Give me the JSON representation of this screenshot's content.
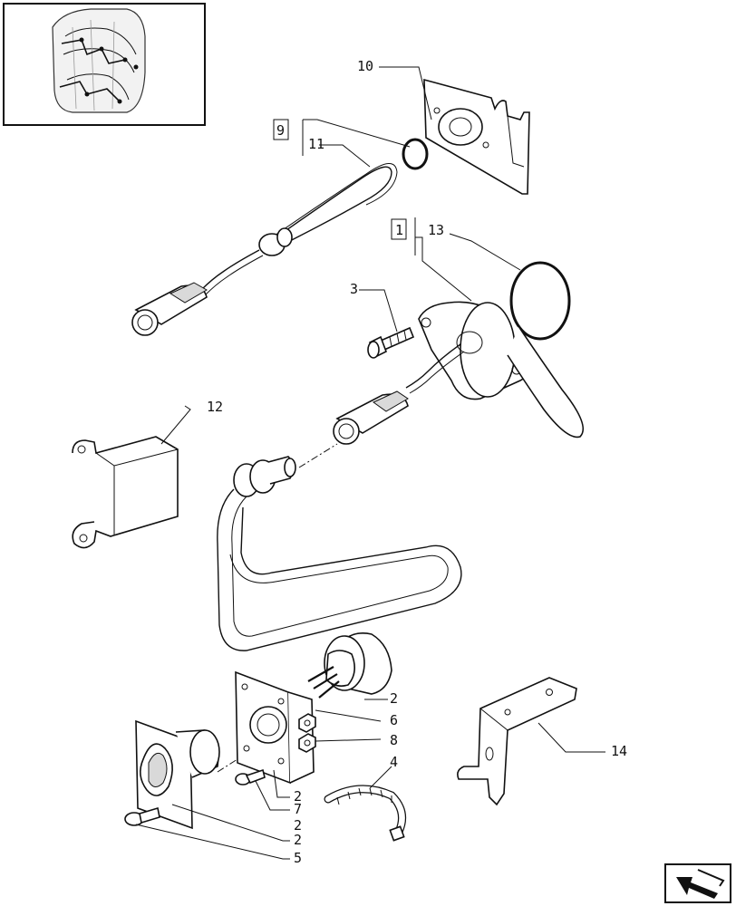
{
  "diagram": {
    "callouts": {
      "c1": "1",
      "c2a": "2",
      "c2b": "2",
      "c2c": "2",
      "c2d": "2",
      "c3": "3",
      "c4": "4",
      "c5": "5",
      "c6": "6",
      "c7": "7",
      "c8": "8",
      "c9": "9",
      "c10": "10",
      "c11": "11",
      "c12": "12",
      "c13": "13",
      "c14": "14"
    }
  },
  "navigation": {
    "next_icon": "arrow-next-icon",
    "thumbnail_icon": "wiring-harness-thumbnail-icon"
  }
}
